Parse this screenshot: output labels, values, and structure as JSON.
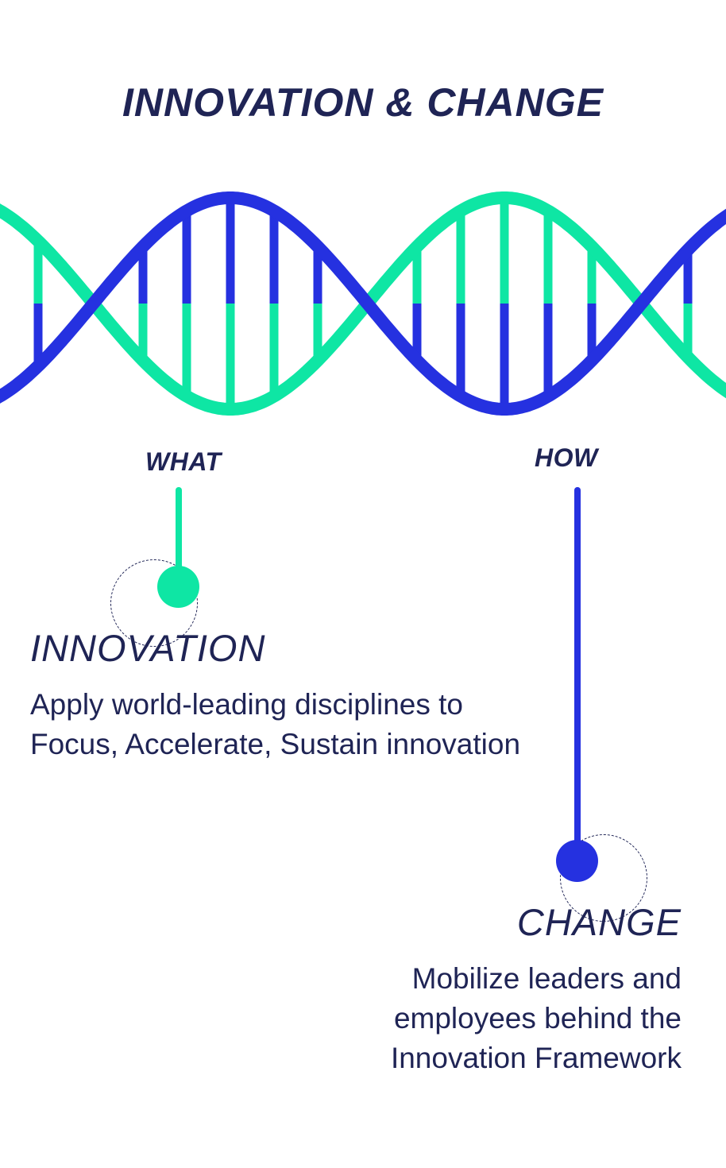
{
  "title": "INNOVATION & CHANGE",
  "colors": {
    "accent_green": "#0ee6a4",
    "accent_blue": "#2531e0",
    "text": "#1f2455"
  },
  "what": {
    "label": "WHAT",
    "heading": "INNOVATION",
    "description": "Apply world-leading disciplines to Focus, Accelerate, Sustain innovation"
  },
  "how": {
    "label": "HOW",
    "heading": "CHANGE",
    "description": "Mobilize leaders and employees behind the Innovation Framework"
  }
}
